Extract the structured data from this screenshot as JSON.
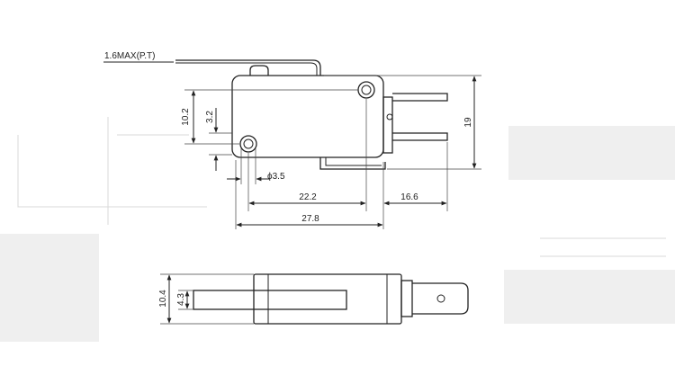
{
  "labels": {
    "lever_thickness": "1.6MAX(P.T)",
    "height_10_2": "10.2",
    "height_3_2": "3.2",
    "height_19": "19",
    "hole_dia": "ϕ3.5",
    "width_22_2": "22.2",
    "width_16_6": "16.6",
    "width_27_8": "27.8",
    "side_10_4": "10.4",
    "side_4_3": "4.3"
  }
}
